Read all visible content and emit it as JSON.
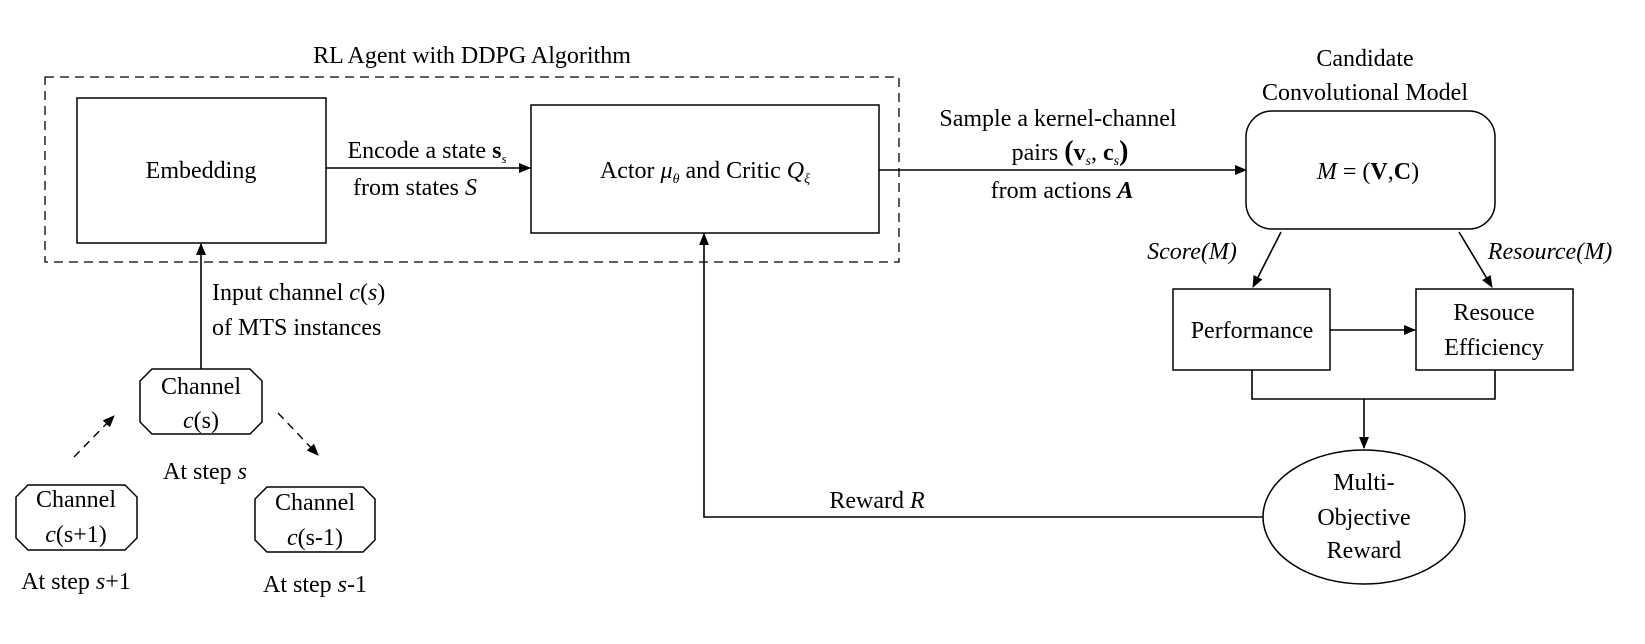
{
  "agent_group": {
    "title": "RL Agent with DDPG Algorithm"
  },
  "embedding": {
    "label": "Embedding"
  },
  "actor_critic": {
    "prefix": "Actor ",
    "mu": "μ",
    "mu_sub": "θ",
    "middle": " and Critic ",
    "q": "Q",
    "q_sub": "ξ"
  },
  "encode_edge": {
    "line1_text": "Encode a state ",
    "line1_var": "s",
    "line1_sub": "s",
    "line2_text": "from states ",
    "line2_var": "S"
  },
  "sample_edge": {
    "line1": "Sample a kernel-channel",
    "line2_text": "pairs ",
    "line2_open": "(",
    "v": "v",
    "v_sub": "s",
    "comma": ", ",
    "c": "c",
    "c_sub": "s",
    "line2_close": ")",
    "line3_text": "from actions ",
    "line3_var": "A"
  },
  "candidate": {
    "title_line1": "Candidate",
    "title_line2": "Convolutional Model",
    "m": "M",
    "eq": " = (",
    "v": "V",
    "comma": ",",
    "c": "C",
    "close": ")"
  },
  "score_label": "Score(M)",
  "resource_label": "Resource(M)",
  "performance": {
    "label": "Performance"
  },
  "efficiency": {
    "line1": "Resouce",
    "line2": "Efficiency"
  },
  "reward_node": {
    "line1": "Multi-",
    "line2": "Objective",
    "line3": "Reward"
  },
  "reward_edge": {
    "text": "Reward ",
    "var": "R"
  },
  "input_edge": {
    "line1_text": "Input channel ",
    "line1_c": "c",
    "line1_open": "(",
    "line1_s": "s",
    "line1_close": ")",
    "line2": "of MTS instances"
  },
  "channel_current": {
    "title": "Channel",
    "c": "c",
    "arg": "(s)",
    "step_text": "At step ",
    "step_var": "s"
  },
  "channel_next": {
    "title": "Channel",
    "c": "c",
    "arg": "(s+1)",
    "step_text": "At step ",
    "step_var": "s",
    "step_suffix": "+1"
  },
  "channel_prev": {
    "title": "Channel",
    "c": "c",
    "arg": "(s-1)",
    "step_text": "At step ",
    "step_var": "s",
    "step_suffix": "-1"
  }
}
